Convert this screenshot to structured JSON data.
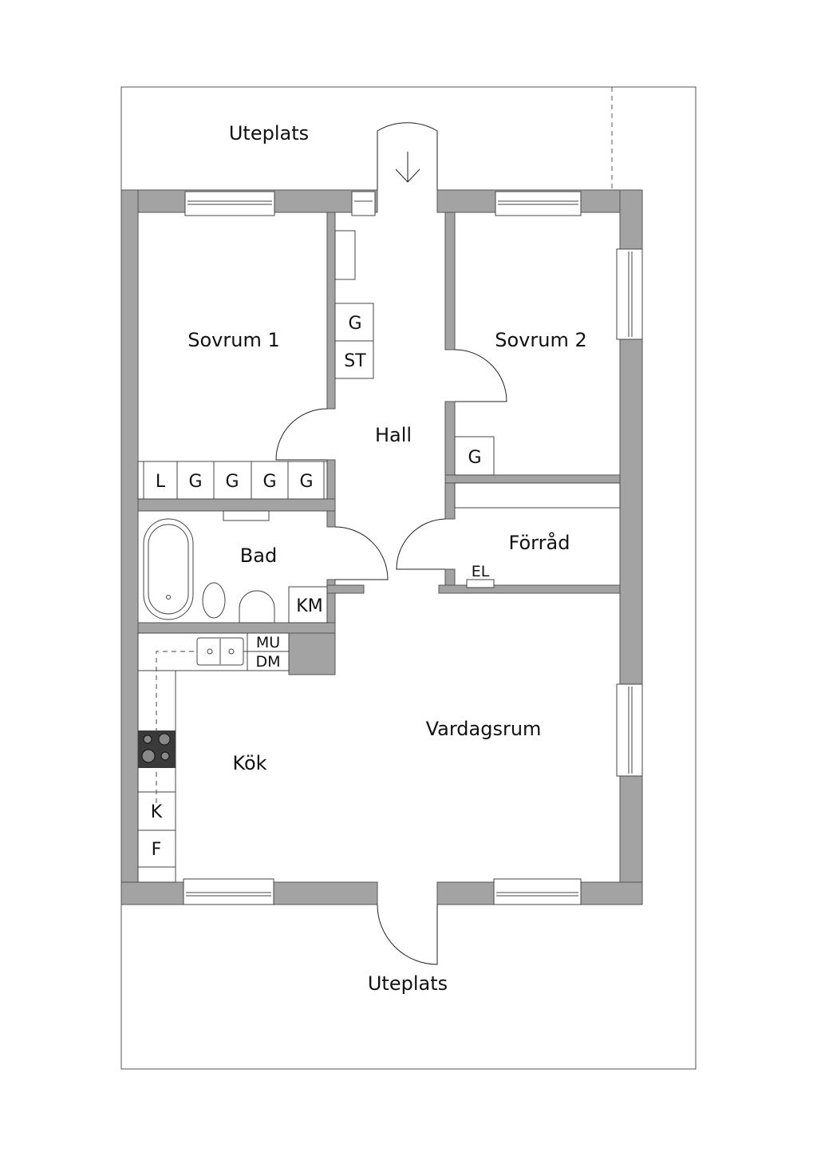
{
  "colors": {
    "wall": "#a3a3a3",
    "line": "#333333",
    "stove": "#3a3a3a"
  },
  "rooms": {
    "uteplats_top": "Uteplats",
    "uteplats_bottom": "Uteplats",
    "sovrum1": "Sovrum 1",
    "sovrum2": "Sovrum 2",
    "hall": "Hall",
    "bad": "Bad",
    "forrad": "Förråd",
    "kok": "Kök",
    "vardagsrum": "Vardagsrum"
  },
  "fixtures": {
    "hall_g": "G",
    "hall_st": "ST",
    "sovrum2_g": "G",
    "sovrum1_closets": [
      "L",
      "G",
      "G",
      "G",
      "G"
    ],
    "km": "KM",
    "el": "EL",
    "mu": "MU",
    "dm": "DM",
    "k": "K",
    "f": "F"
  }
}
